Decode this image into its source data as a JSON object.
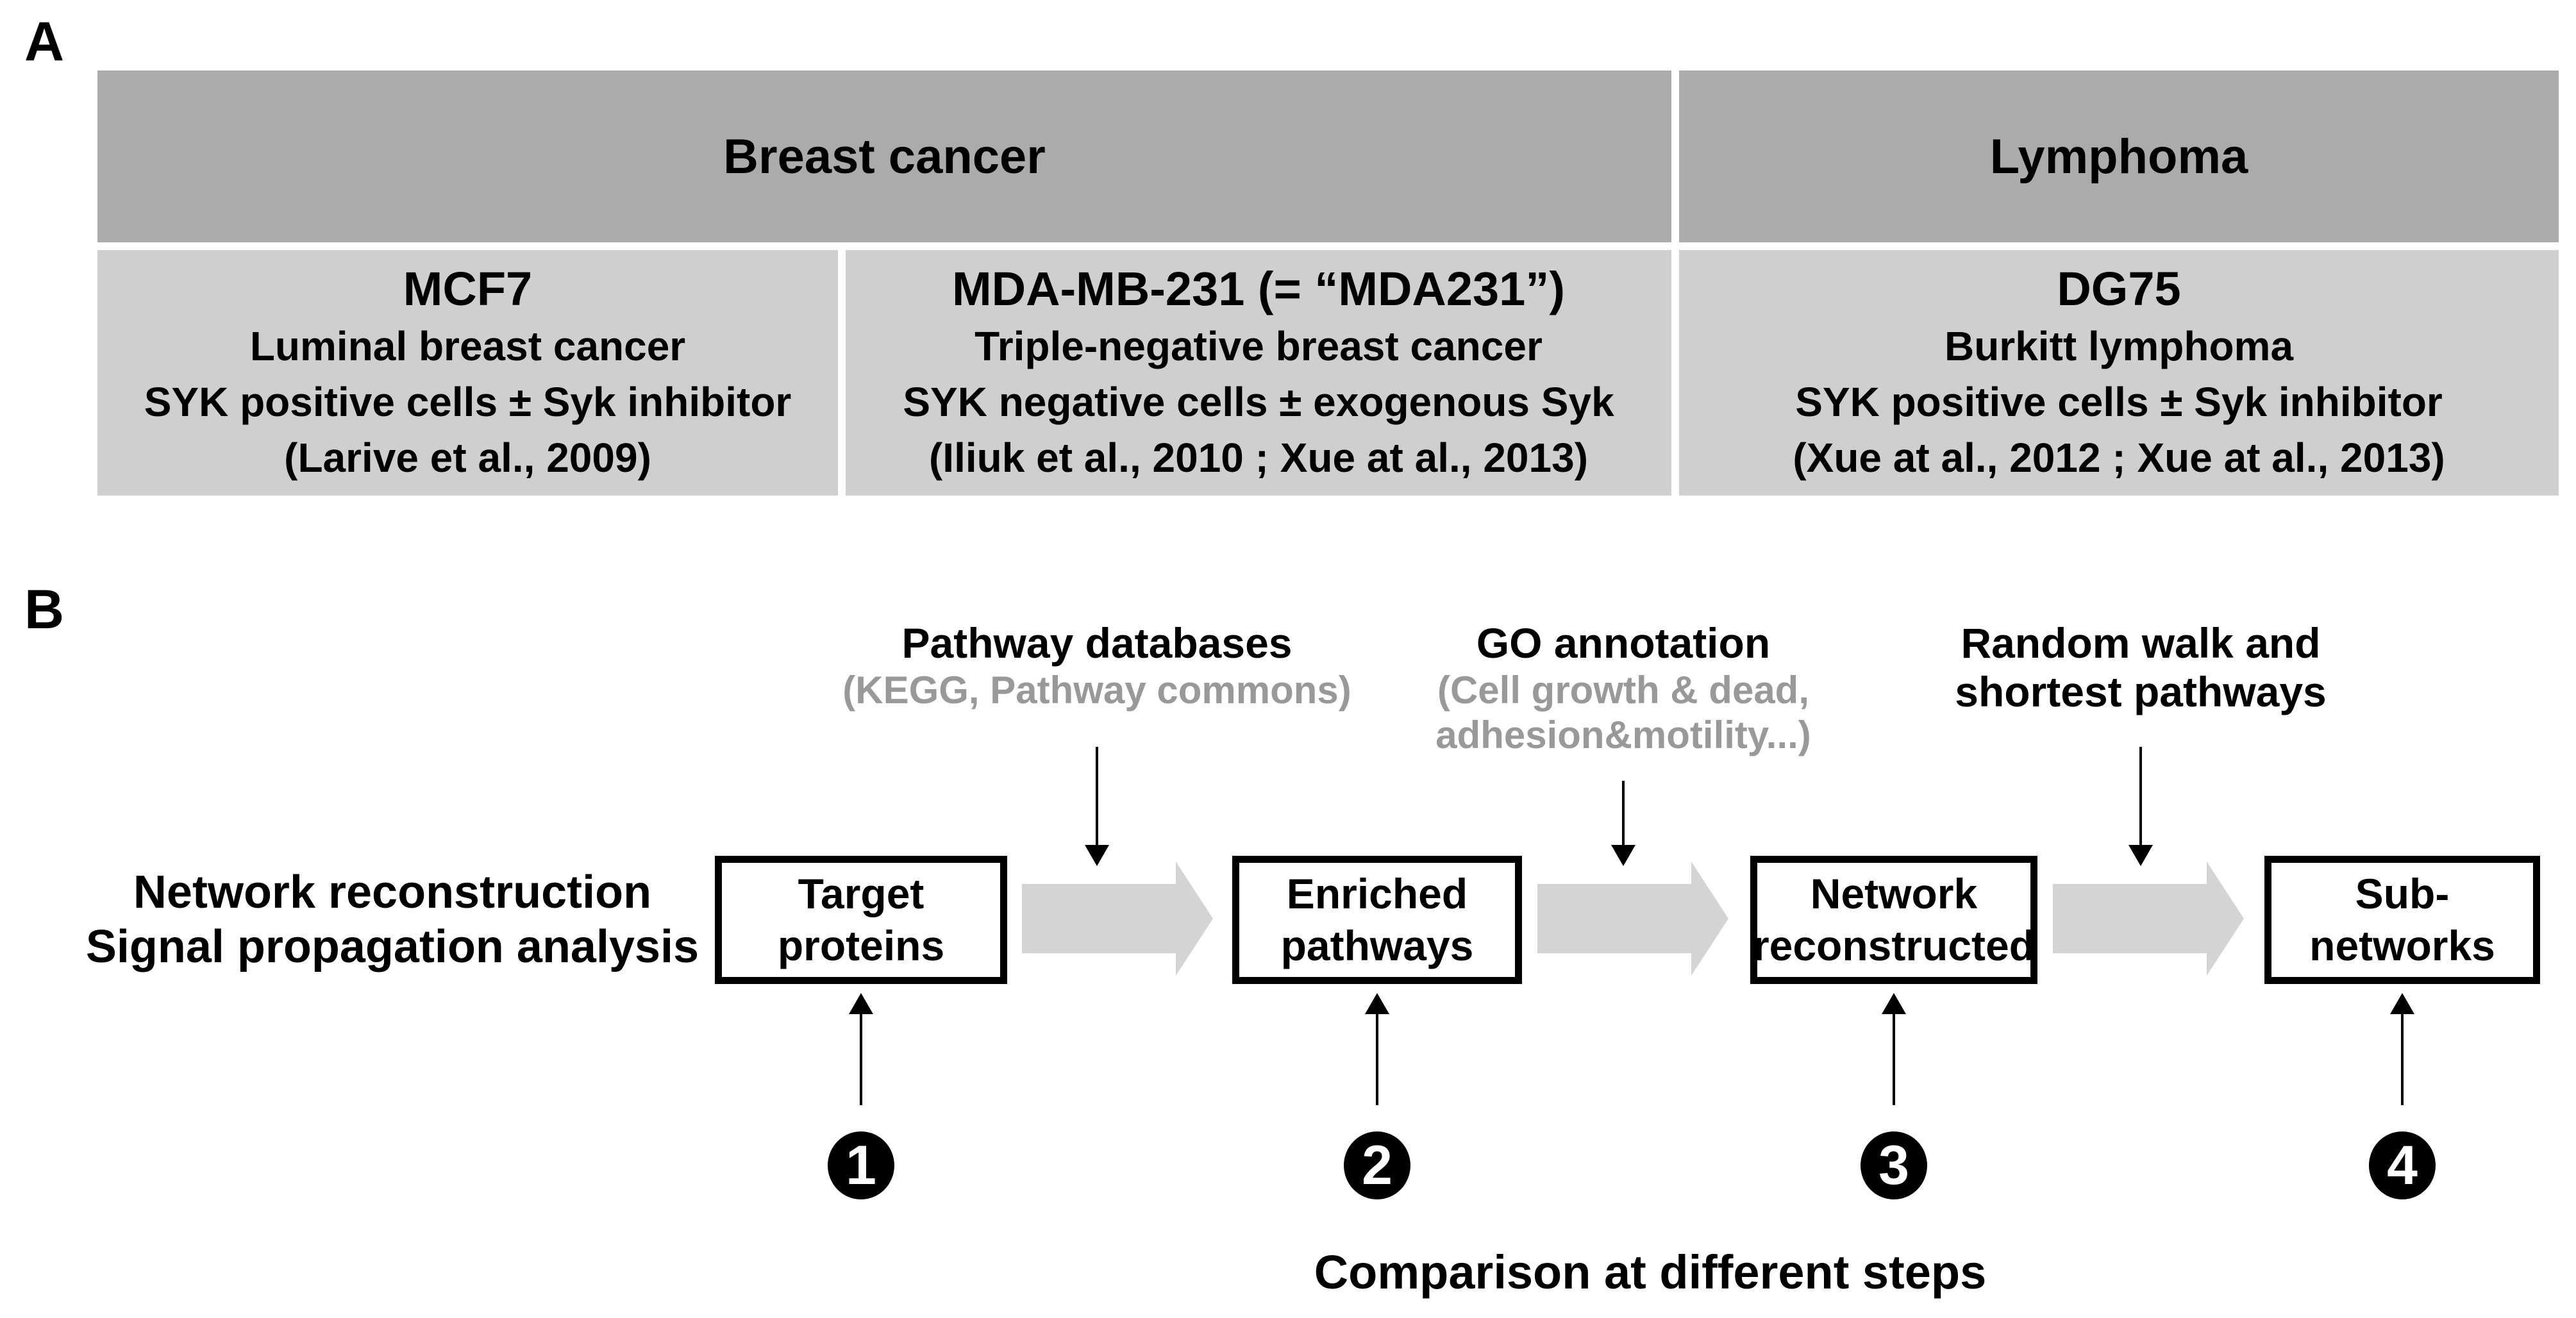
{
  "colors": {
    "header_bg": "#ababab",
    "row_bg": "#cfcfcf",
    "block_arrow": "#d4d4d4",
    "muted_text": "#999999"
  },
  "panels": {
    "a": "A",
    "b": "B"
  },
  "table": {
    "group_headers": [
      {
        "label": "Breast cancer"
      },
      {
        "label": "Lymphoma"
      }
    ],
    "cells": [
      {
        "title": "MCF7",
        "description": "Luminal breast cancer\nSYK positive cells ± Syk inhibitor\n(Larive et al., 2009)"
      },
      {
        "title": "MDA-MB-231 (= “MDA231”)",
        "description": "Triple-negative breast cancer\nSYK negative cells ± exogenous Syk\n(Iliuk et al., 2010 ; Xue at al., 2013)"
      },
      {
        "title": "DG75",
        "description": "Burkitt lymphoma\nSYK positive cells ± Syk inhibitor\n(Xue at al., 2012 ; Xue at al., 2013)"
      }
    ]
  },
  "flow": {
    "left_label": "Network reconstruction\nSignal propagation analysis",
    "annotations": [
      {
        "title": "Pathway databases",
        "subtitle": "(KEGG, Pathway commons)"
      },
      {
        "title": "GO annotation",
        "subtitle": "(Cell growth & dead,\nadhesion&motility...)"
      },
      {
        "title": "Random walk and\nshortest pathways",
        "subtitle": ""
      }
    ],
    "boxes": [
      {
        "label": "Target\nproteins"
      },
      {
        "label": "Enriched\npathways"
      },
      {
        "label": "Network\nreconstructed"
      },
      {
        "label": "Sub-networks"
      }
    ],
    "steps": [
      {
        "number": "1"
      },
      {
        "number": "2"
      },
      {
        "number": "3"
      },
      {
        "number": "4"
      }
    ],
    "caption": "Comparison at different steps"
  }
}
